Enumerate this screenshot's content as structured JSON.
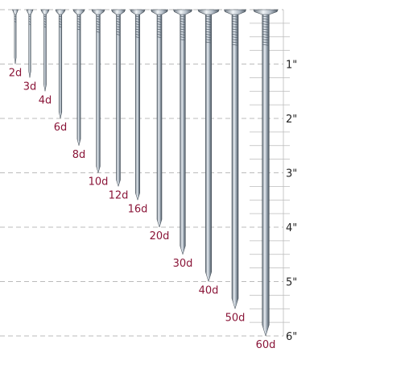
{
  "colors": {
    "label": "#8a1538",
    "inch_text": "#222222",
    "ruler": "#bbbbbb",
    "nail_light": "#e8edf2",
    "nail_mid": "#9aa6b2",
    "nail_dark": "#4f5b66"
  },
  "nails": [
    {
      "label": "2d",
      "length_in": 1.0
    },
    {
      "label": "3d",
      "length_in": 1.25
    },
    {
      "label": "4d",
      "length_in": 1.5
    },
    {
      "label": "6d",
      "length_in": 2.0
    },
    {
      "label": "8d",
      "length_in": 2.5
    },
    {
      "label": "10d",
      "length_in": 3.0
    },
    {
      "label": "12d",
      "length_in": 3.25
    },
    {
      "label": "16d",
      "length_in": 3.5
    },
    {
      "label": "20d",
      "length_in": 4.0
    },
    {
      "label": "30d",
      "length_in": 4.5
    },
    {
      "label": "40d",
      "length_in": 5.0
    },
    {
      "label": "50d",
      "length_in": 5.5
    },
    {
      "label": "60d",
      "length_in": 6.0
    }
  ],
  "ruler": {
    "inch_labels": [
      "1\"",
      "2\"",
      "3\"",
      "4\"",
      "5\"",
      "6\""
    ]
  }
}
